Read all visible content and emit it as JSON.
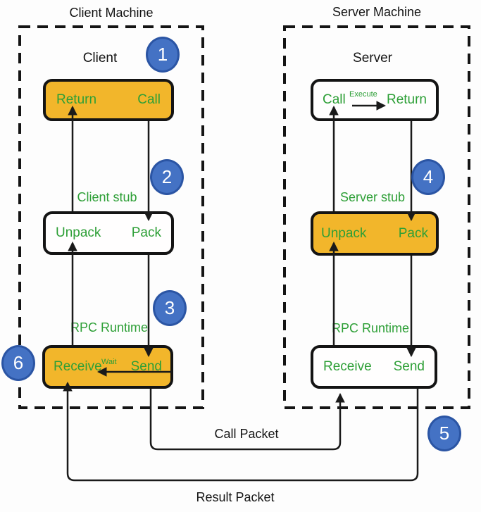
{
  "client": {
    "machine_title": "Client Machine",
    "section_label": "Client",
    "call_box": {
      "left": "Return",
      "right": "Call"
    },
    "stub_label": "Client stub",
    "stub_box": {
      "left": "Unpack",
      "right": "Pack"
    },
    "runtime_label": "RPC Runtime",
    "runtime_box": {
      "left": "Receive",
      "wait_label": "Wait",
      "right": "Send"
    }
  },
  "server": {
    "machine_title": "Server Machine",
    "section_label": "Server",
    "call_box": {
      "left": "Call",
      "execute_label": "Execute",
      "right": "Return"
    },
    "stub_label": "Server stub",
    "stub_box": {
      "left": "Unpack",
      "right": "Pack"
    },
    "runtime_label": "RPC Runtime",
    "runtime_box": {
      "left": "Receive",
      "right": "Send"
    }
  },
  "steps": [
    "1",
    "2",
    "3",
    "4",
    "5",
    "6"
  ],
  "packet_labels": {
    "call": "Call Packet",
    "result": "Result Packet"
  },
  "colors": {
    "highlight_fill": "#F2B62B",
    "green_text": "#2D9F36",
    "step_circle_fill": "#4472C4",
    "step_circle_border": "#2B55A4",
    "line_color": "#1A1A1A"
  }
}
